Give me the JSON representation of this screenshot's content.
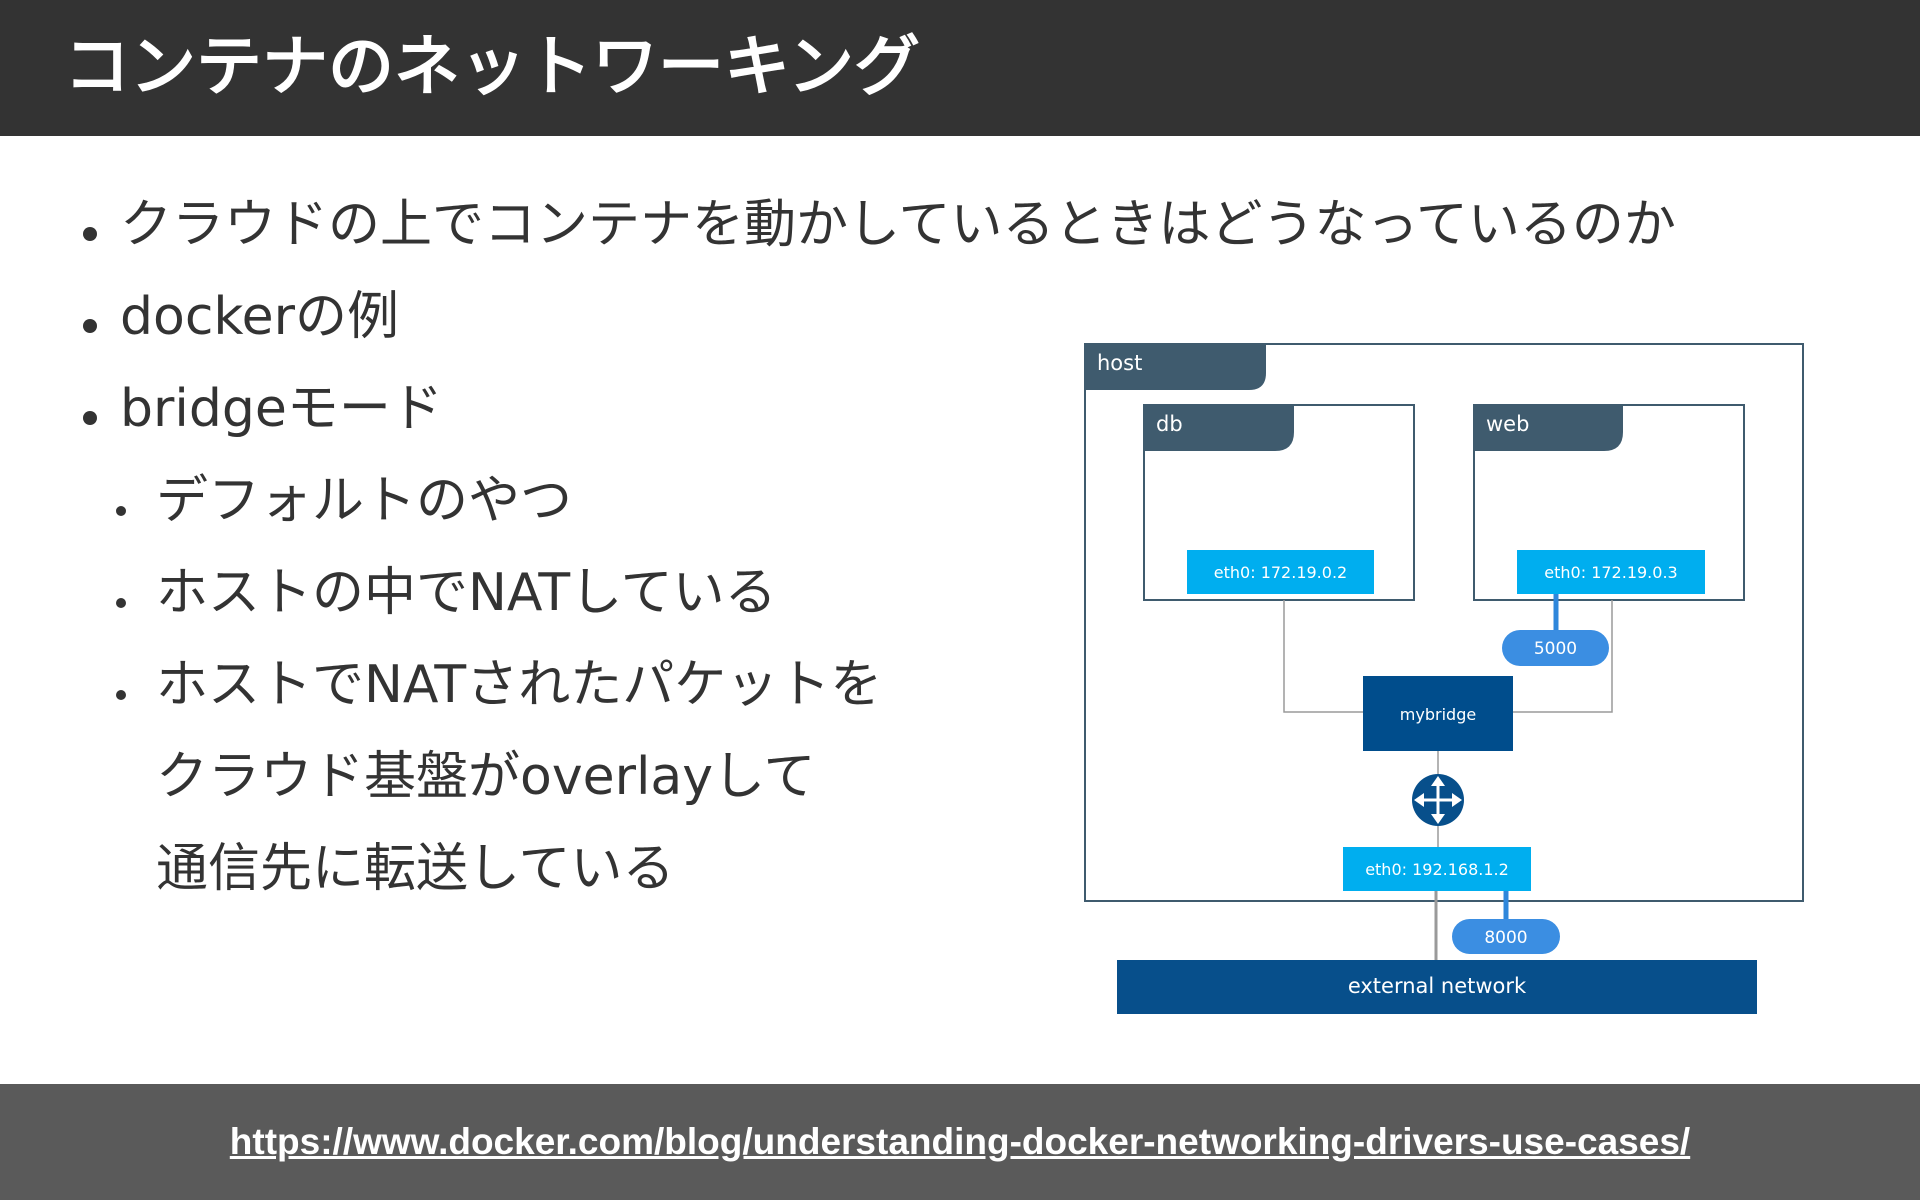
{
  "header": {
    "title": "コンテナのネットワーキング"
  },
  "bullets": [
    {
      "level": 1,
      "lines": [
        "クラウドの上でコンテナを動かしているときはどうなっているのか"
      ]
    },
    {
      "level": 1,
      "lines": [
        "dockerの例"
      ]
    },
    {
      "level": 1,
      "lines": [
        "bridgeモード"
      ]
    },
    {
      "level": 2,
      "lines": [
        "デフォルトのやつ"
      ]
    },
    {
      "level": 2,
      "lines": [
        "ホストの中でNATしている"
      ]
    },
    {
      "level": 2,
      "lines": [
        "ホストでNATされたパケットを",
        "クラウド基盤がoverlayして",
        "通信先に転送している"
      ]
    }
  ],
  "diagram": {
    "host_label": "host",
    "containers": [
      {
        "label": "db",
        "iface": "eth0: 172.19.0.2"
      },
      {
        "label": "web",
        "iface": "eth0: 172.19.0.3",
        "port": "5000"
      }
    ],
    "bridge_label": "mybridge",
    "router_icon": "router-icon",
    "host_iface": "eth0: 192.168.1.2",
    "host_port": "8000",
    "external_label": "external network",
    "colors": {
      "tab": "#3f5b6e",
      "frame": "#3f5b6e",
      "iface": "#00aeef",
      "port": "#3b8ee2",
      "bridge": "#004d8c",
      "external": "#074f8b",
      "wire": "#9a9a9a",
      "port_wire": "#2f87db"
    }
  },
  "footer": {
    "link": "https://www.docker.com/blog/understanding-docker-networking-drivers-use-cases/"
  }
}
